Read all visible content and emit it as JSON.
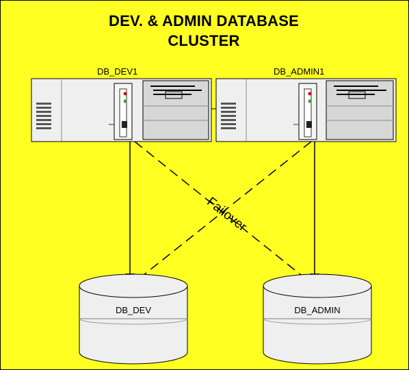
{
  "title": {
    "line1": "DEV. & ADMIN DATABASE",
    "line2": "CLUSTER"
  },
  "servers": [
    {
      "name": "DB_DEV1"
    },
    {
      "name": "DB_ADMIN1"
    }
  ],
  "databases": [
    {
      "name": "DB_DEV"
    },
    {
      "name": "DB_ADMIN"
    }
  ],
  "failover_label": "Failover",
  "colors": {
    "background": "#ffff22",
    "server_body": "#efefef",
    "line": "#000000"
  }
}
